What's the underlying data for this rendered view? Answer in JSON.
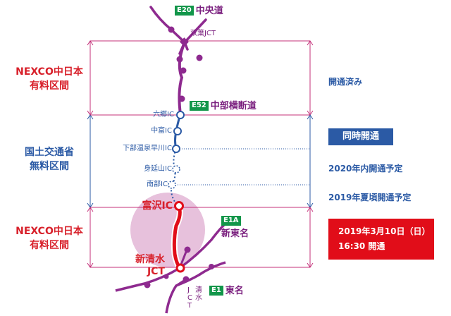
{
  "sections": {
    "top_nexco": {
      "line1": "NEXCO中日本",
      "line2": "有料区間"
    },
    "mid_national": {
      "line1": "国土交通省",
      "line2": "無料区間"
    },
    "bottom_nexco": {
      "line1": "NEXCO中日本",
      "line2": "有料区間"
    }
  },
  "roads": {
    "chuo": {
      "code": "E20",
      "name": "中央道"
    },
    "chubu": {
      "code": "E52",
      "name": "中部横断道"
    },
    "shintomei": {
      "code": "E1A",
      "name": "新東名"
    },
    "tomei": {
      "code": "E1",
      "name": "東名"
    }
  },
  "junctions": {
    "futaba": "双葉JCT",
    "shimizu_chars": [
      "J",
      "C",
      "T"
    ],
    "shimizu_name": [
      "清",
      "水"
    ],
    "shinshimizu_line1": "新清水",
    "shinshimizu_line2": "JCT"
  },
  "interchanges": {
    "rokugo": "六郷IC",
    "nakatomi": "中富IC",
    "shimobe": "下部温泉早川IC",
    "minobu": "身延山IC",
    "nanbu": "南部IC",
    "tomizawa": "富沢IC"
  },
  "statuses": {
    "opened": "開通済み",
    "simultaneous": "同時開通",
    "fy2020": "2020年内開通予定",
    "summer2019": "2019年夏頃開通予定"
  },
  "announcement": {
    "date": "2019年3月10日（日）",
    "time": "16:30 開通"
  },
  "colors": {
    "nexco_red": "#d8212b",
    "mlit_blue": "#2b5aa5",
    "expressway_purple": "#8e2a8f",
    "route_badge_green": "#12964a",
    "highlight_pink": "#e3b6d6"
  }
}
